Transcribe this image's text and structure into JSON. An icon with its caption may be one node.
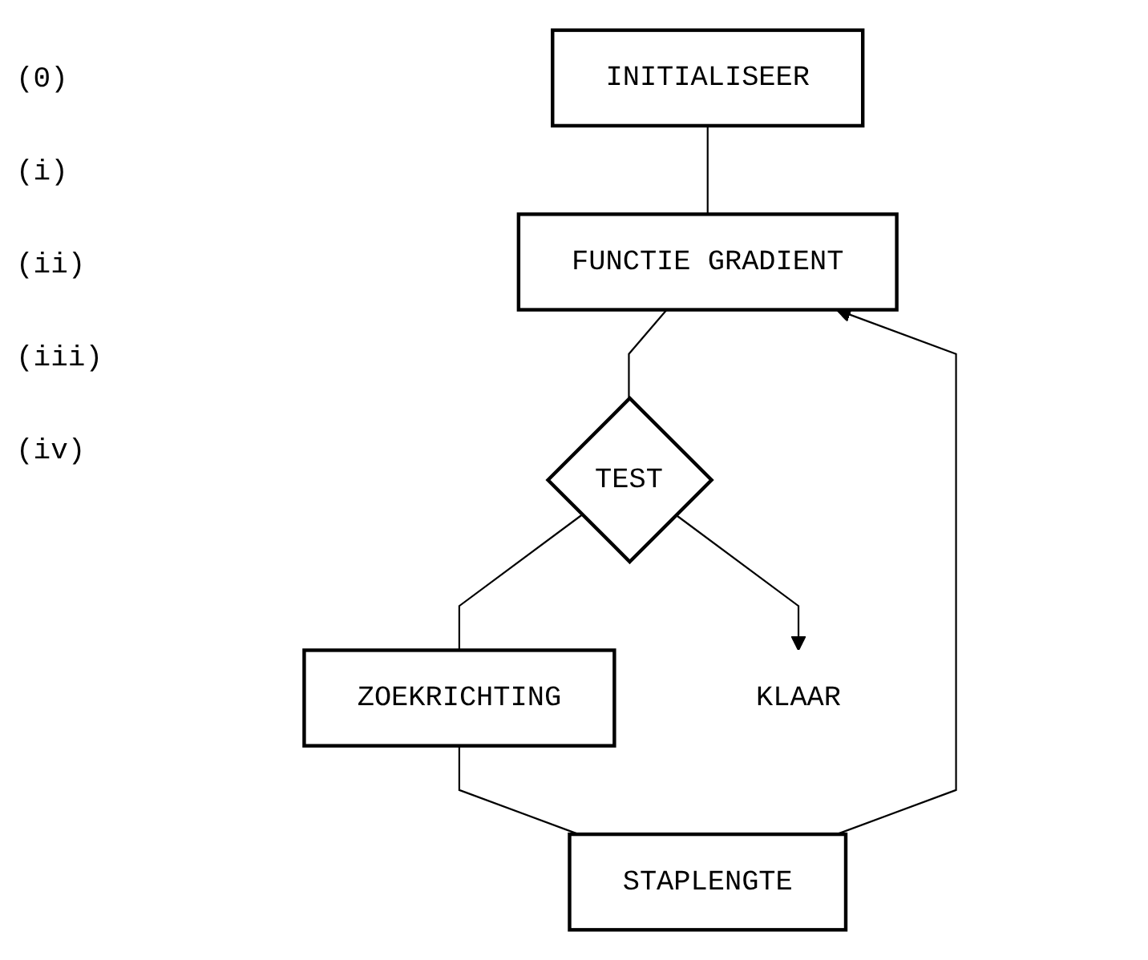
{
  "diagram": {
    "nodes": [
      {
        "text": [
          "INITIALISEER"
        ]
      },
      {
        "text": [
          "FUNCTIE GRADIENT"
        ]
      },
      {
        "text": [
          "TEST"
        ]
      },
      {
        "text": [
          "ZOEKRICHTING"
        ]
      },
      {
        "text": [
          "STAPLENGTE"
        ]
      },
      {
        "text": [
          "KLAAR"
        ]
      }
    ],
    "edges": [
      {
        "from": 0,
        "to": 1,
        "arrow": "none"
      },
      {
        "from": 1,
        "to": 2,
        "arrow": "none"
      },
      {
        "from": 2,
        "to": 3,
        "arrow": "none"
      },
      {
        "from": 3,
        "to": 4,
        "arrow": "none"
      },
      {
        "from": 4,
        "to": 1,
        "arrow": "to"
      },
      {
        "from": 2,
        "to": 5,
        "arrow": "to"
      }
    ],
    "labels": [
      "(0)",
      "(i)",
      "(ii)",
      "(iii)",
      "(iv)"
    ]
  }
}
